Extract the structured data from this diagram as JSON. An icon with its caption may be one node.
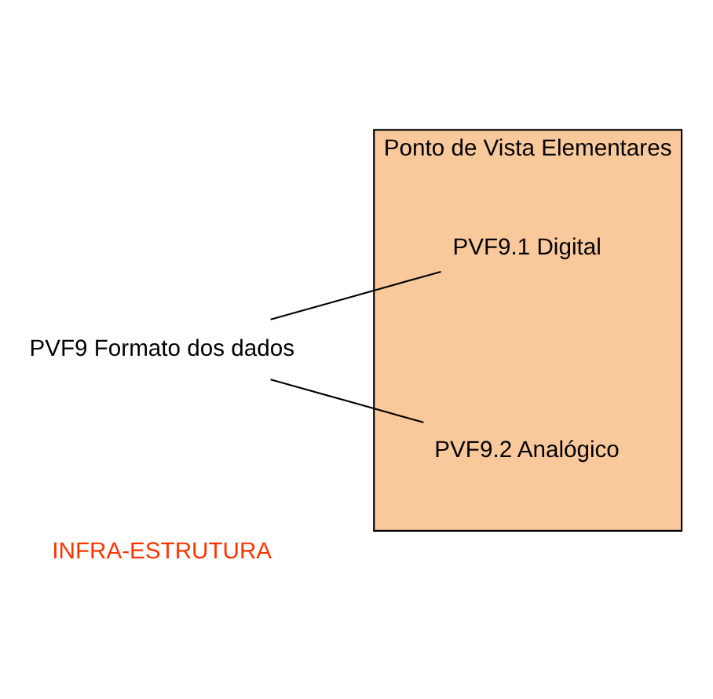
{
  "diagram": {
    "nodes": [
      {
        "text": [
          "Ponto de Vista Elementares"
        ]
      },
      {
        "text": [
          "PVF9.1 Digital"
        ],
        "in": 0
      },
      {
        "text": [
          "PVF9 Formato dos dados"
        ]
      },
      {
        "text": [
          "PVF9.2 Analógico"
        ],
        "in": 0
      }
    ],
    "edges": [
      {
        "from": 2,
        "to": 1,
        "arrow": "none"
      },
      {
        "from": 2,
        "to": 3,
        "arrow": "none"
      }
    ],
    "labels": [
      "INFRA-ESTRUTURA"
    ]
  }
}
